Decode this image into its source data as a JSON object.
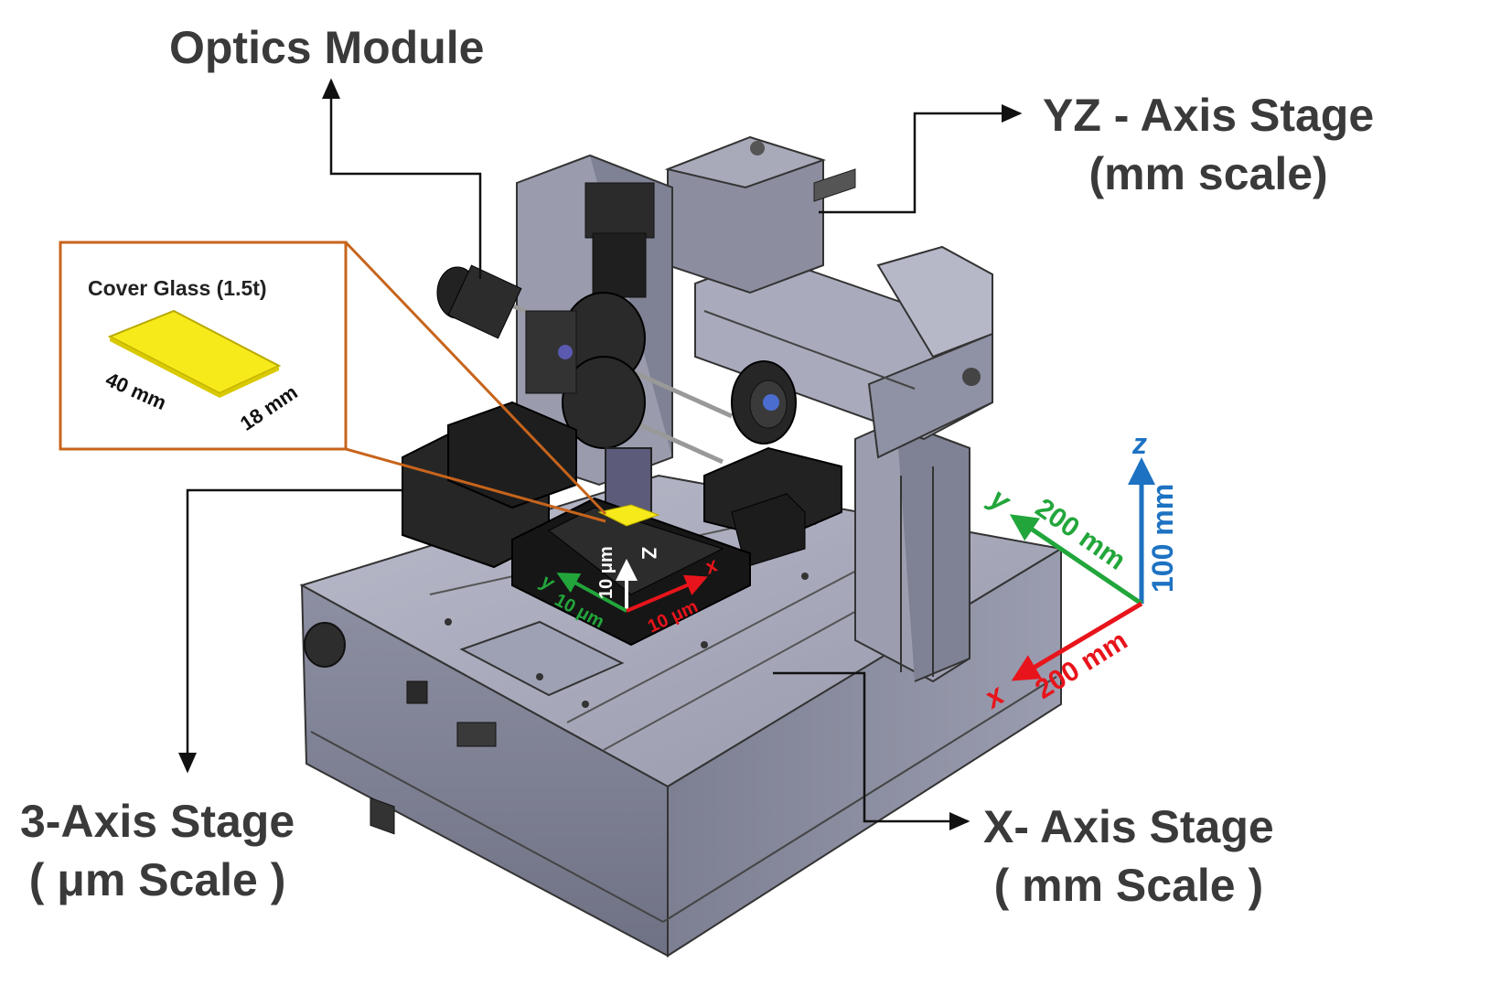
{
  "labels": {
    "optics_module": "Optics Module",
    "yz_stage": [
      "YZ - Axis Stage",
      "(mm scale)"
    ],
    "three_axis_stage": [
      "3-Axis Stage",
      "( μm Scale )"
    ],
    "x_stage": [
      "X- Axis Stage",
      "( mm Scale )"
    ]
  },
  "inset": {
    "title": "Cover Glass (1.5t)",
    "length": "40 mm",
    "width": "18 mm"
  },
  "axes_large": {
    "z_letter": "z",
    "z_value": "100 mm",
    "y_letter": "y",
    "y_value": "200 mm",
    "x_letter": "x",
    "x_value": "200 mm"
  },
  "axes_small": {
    "z_letter": "Z",
    "z_value": "10 μm",
    "y_letter": "y",
    "y_value": "10 μm",
    "x_letter": "x",
    "x_value": "10 μm"
  },
  "colors": {
    "x_axis": "#e8141b",
    "y_axis": "#22a63b",
    "z_axis": "#1d72c2",
    "callout": "#c7641c",
    "glass": "#f6ea1a",
    "body_light": "#a4a6b8",
    "body_dark": "#2a2a2a"
  }
}
